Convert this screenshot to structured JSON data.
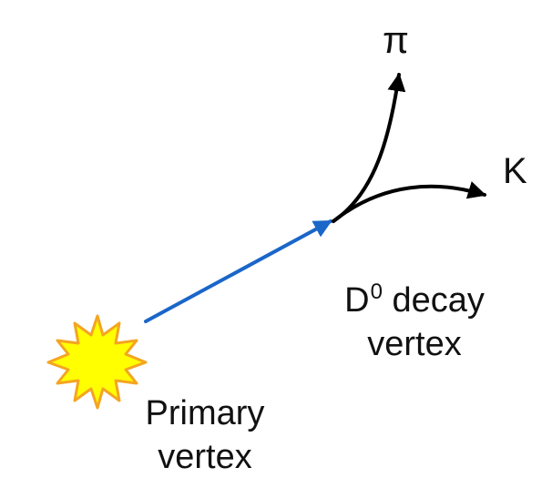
{
  "labels": {
    "pion": "π",
    "kaon": "K",
    "decay_vertex_particle": "D",
    "decay_vertex_superscript": "0",
    "decay_vertex_line1_rest": " decay",
    "decay_vertex_line2": "vertex",
    "primary_vertex_line1": "Primary",
    "primary_vertex_line2": "vertex"
  },
  "colors": {
    "d0_track": "#1a66c9",
    "daughter_tracks": "#000000",
    "burst_fill": "#ffff00",
    "burst_stroke": "#f4a522",
    "text": "#111111"
  }
}
